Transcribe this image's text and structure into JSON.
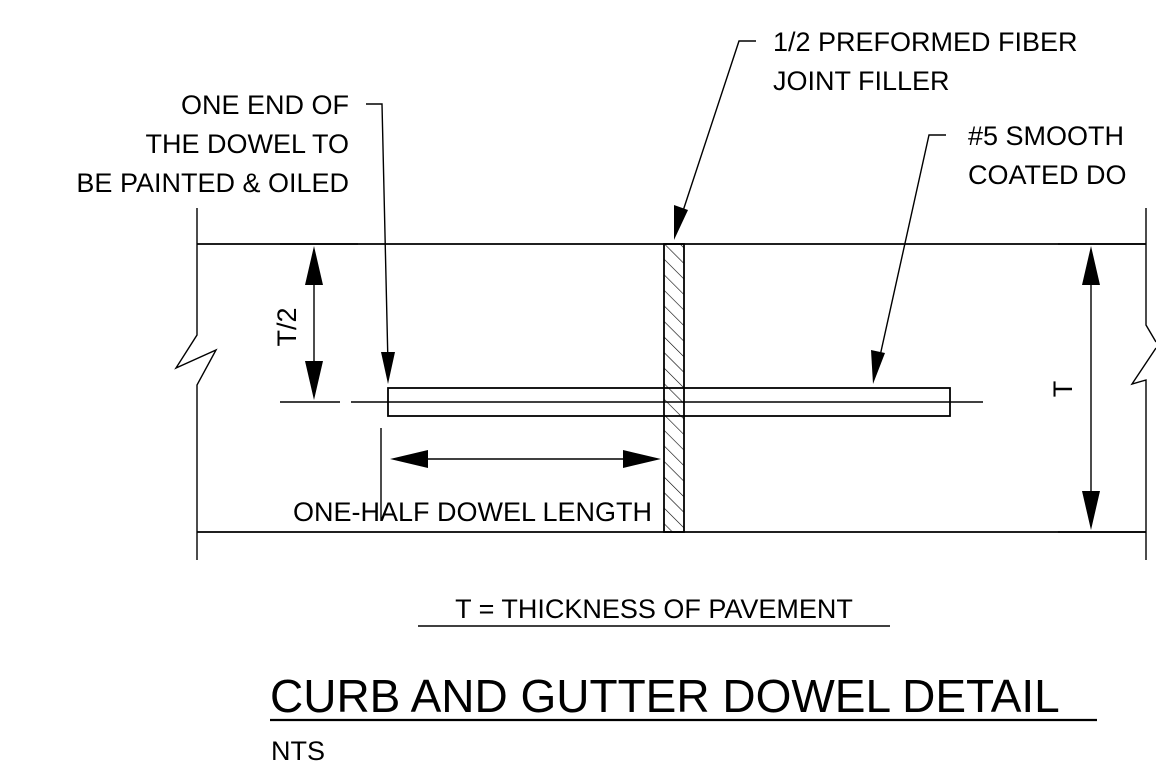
{
  "callouts": {
    "dowel_end_line1": "ONE END OF",
    "dowel_end_line2": "THE DOWEL TO",
    "dowel_end_line3": "BE PAINTED & OILED",
    "filler_line1": "1/2 PREFORMED FIBER",
    "filler_line2": "JOINT FILLER",
    "smooth_line1": "#5 SMOOTH",
    "smooth_line2": "COATED DO"
  },
  "dimensions": {
    "half_thickness": "T/2",
    "thickness": "T",
    "half_dowel_length": "ONE-HALF DOWEL LENGTH"
  },
  "note": "T = THICKNESS OF PAVEMENT",
  "title": "CURB AND GUTTER DOWEL DETAIL",
  "scale": "NTS"
}
